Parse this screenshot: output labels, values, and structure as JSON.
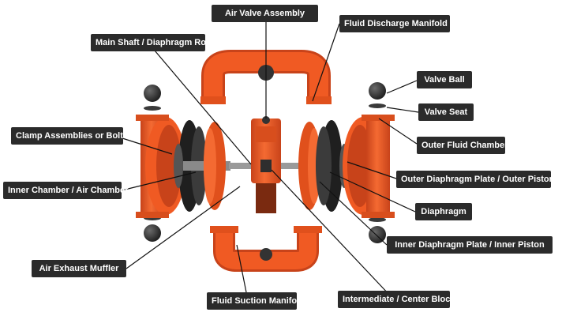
{
  "colors": {
    "pump_body": "#f05a23",
    "pump_dark": "#b83a12",
    "diaphragm": "#2a2a2a",
    "label_bg": "#2b2b2b",
    "label_text": "#ffffff",
    "leader_line": "#111111"
  },
  "labels": {
    "air_valve_assembly": "Air Valve Assembly",
    "fluid_discharge_manifold": "Fluid Discharge Manifold",
    "main_shaft": "Main Shaft / Diaphragm Rod",
    "valve_ball": "Valve Ball",
    "valve_seat": "Valve Seat",
    "clamp_assemblies": "Clamp Assemblies or Bolts",
    "outer_fluid_chamber": "Outer Fluid Chamber",
    "outer_diaphragm_plate": "Outer Diaphragm Plate / Outer Piston",
    "inner_chamber": "Inner Chamber / Air Chamber",
    "diaphragm": "Diaphragm",
    "inner_diaphragm_plate": "Inner Diaphragm Plate / Inner Piston",
    "air_exhaust_muffler": "Air Exhaust Muffler",
    "fluid_suction_manifold": "Fluid Suction Manifold",
    "intermediate_block": "Intermediate / Center Block"
  }
}
